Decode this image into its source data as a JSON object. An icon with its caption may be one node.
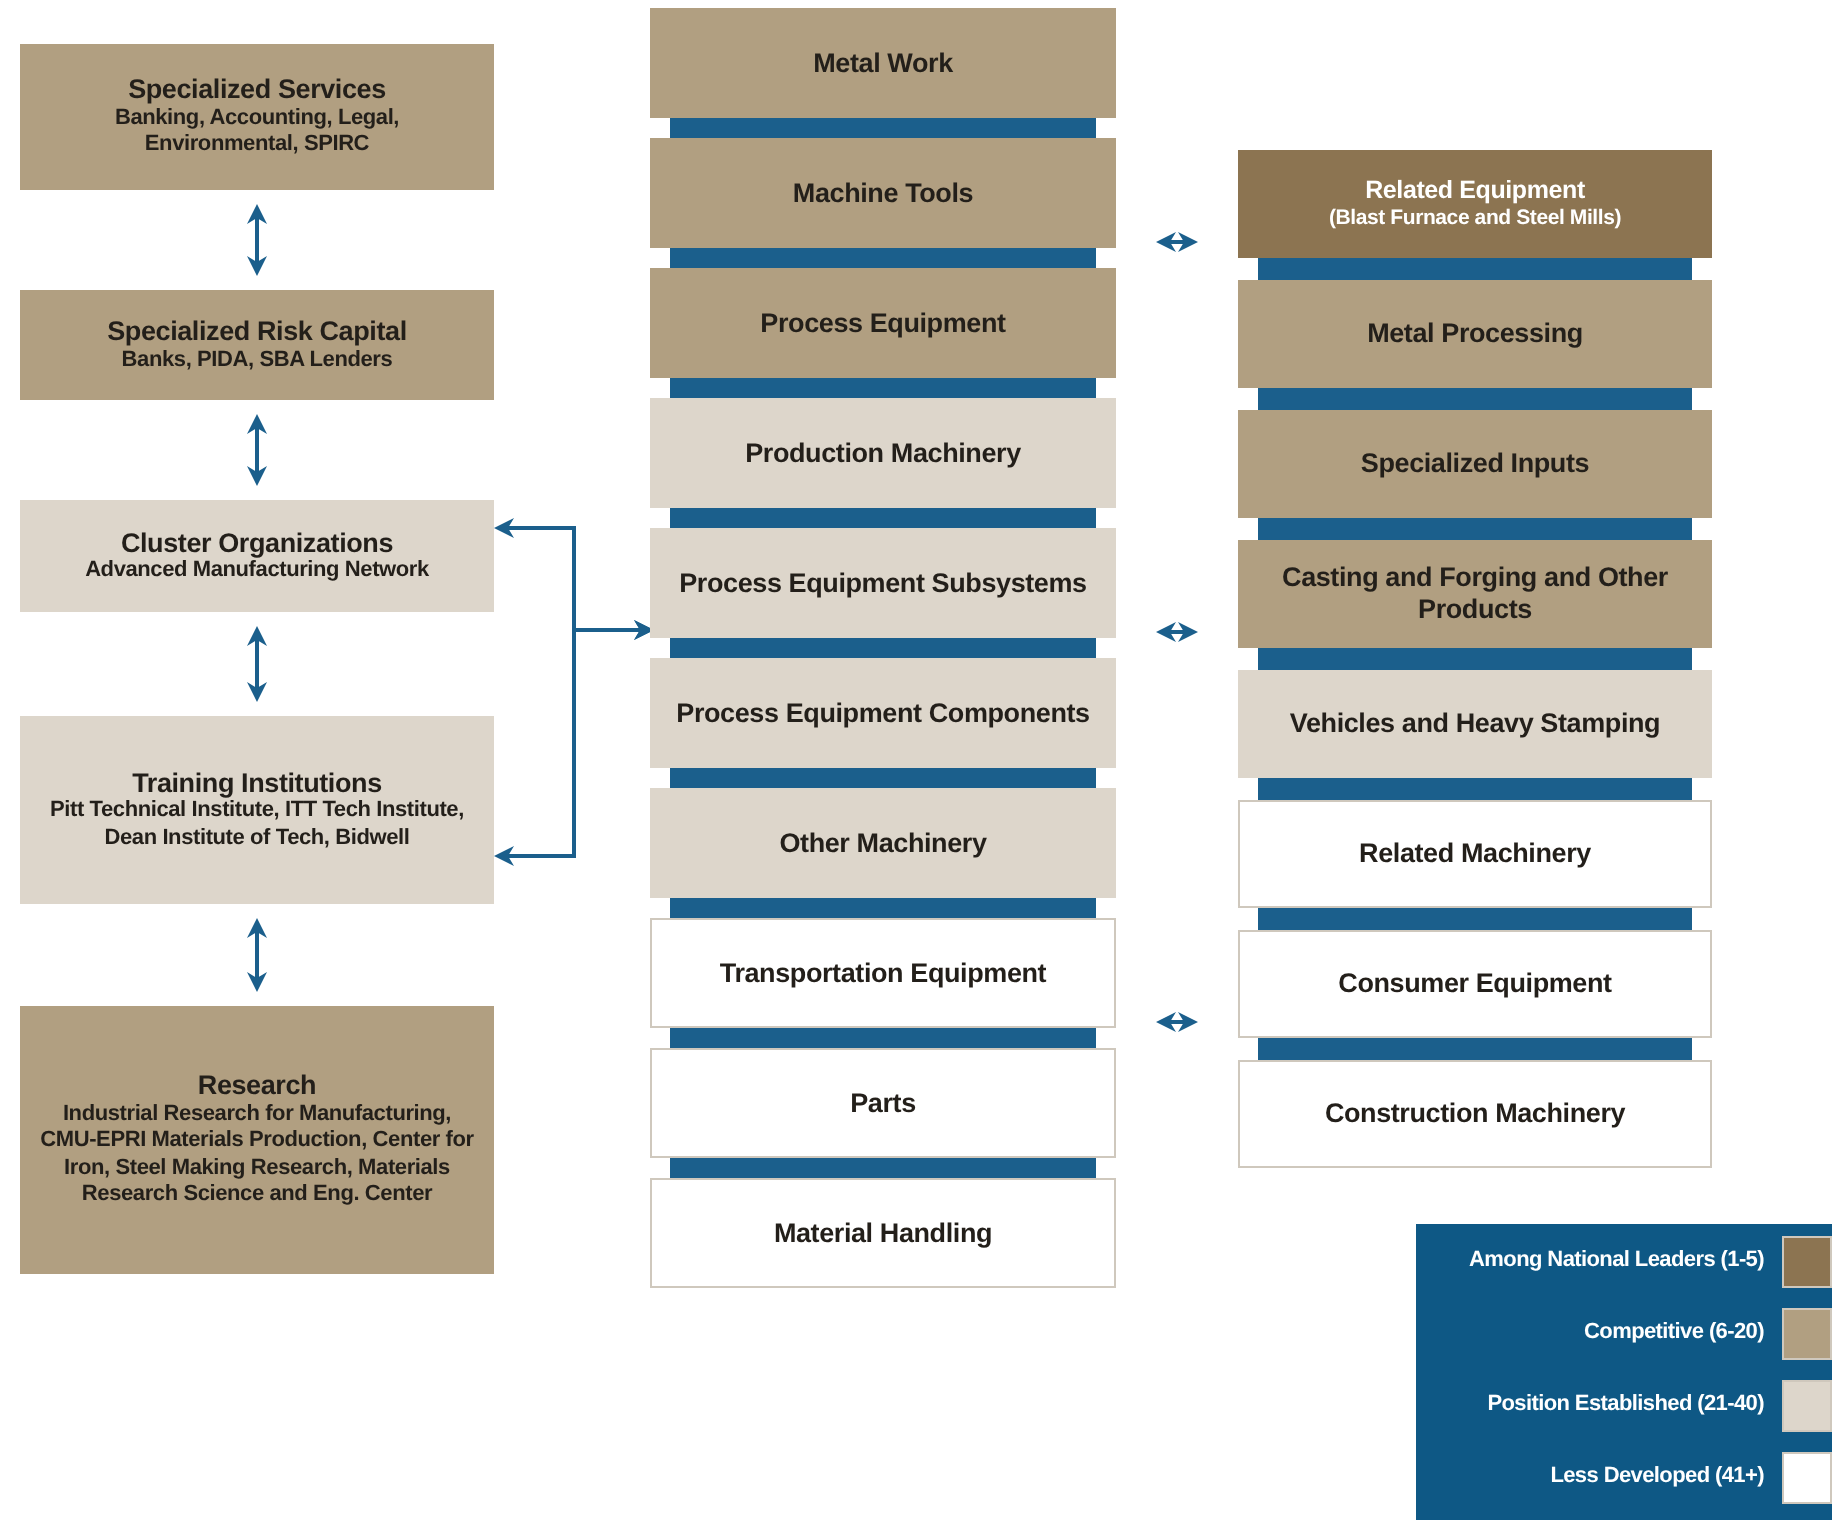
{
  "diagram": {
    "nodes": [
      {
        "text": [
          "Specialized Services",
          "Banking, Accounting, Legal, Environmental, SPIRC"
        ]
      },
      {
        "text": [
          "Specialized Risk Capital",
          "Banks, PIDA, SBA Lenders"
        ]
      },
      {
        "text": [
          "Cluster Organizations",
          "Advanced Manufacturing Network"
        ]
      },
      {
        "text": [
          "Training Institutions",
          "Pitt Technical Institute, ITT Tech Institute, Dean Institute of Tech, Bidwell"
        ]
      },
      {
        "text": [
          "Research",
          "Industrial Research for Manufacturing, CMU-EPRI Materials Production, Center for Iron, Steel Making Research, Materials Research Science and Eng. Center"
        ]
      },
      {
        "text": [
          "Metal Work"
        ]
      },
      {
        "text": [
          "Machine Tools"
        ]
      },
      {
        "text": [
          "Process Equipment"
        ]
      },
      {
        "text": [
          "Production Machinery"
        ]
      },
      {
        "text": [
          "Process Equipment Subsystems"
        ]
      },
      {
        "text": [
          "Process Equipment Components"
        ]
      },
      {
        "text": [
          "Other Machinery"
        ]
      },
      {
        "text": [
          "Transportation Equipment"
        ]
      },
      {
        "text": [
          "Parts"
        ]
      },
      {
        "text": [
          "Material Handling"
        ]
      },
      {
        "text": [
          "Related Equipment",
          "(Blast Furnace and Steel Mills)"
        ]
      },
      {
        "text": [
          "Metal Processing"
        ]
      },
      {
        "text": [
          "Specialized Inputs"
        ]
      },
      {
        "text": [
          "Casting and Forging and Other Products"
        ]
      },
      {
        "text": [
          "Vehicles and Heavy Stamping"
        ]
      },
      {
        "text": [
          "Related Machinery"
        ]
      },
      {
        "text": [
          "Consumer Equipment"
        ]
      },
      {
        "text": [
          "Construction Machinery"
        ]
      }
    ],
    "edges": [
      {
        "from": 0,
        "to": 1,
        "arrow": "both"
      },
      {
        "from": 1,
        "to": 2,
        "arrow": "both"
      },
      {
        "from": 2,
        "to": 3,
        "arrow": "both"
      },
      {
        "from": 3,
        "to": 4,
        "arrow": "both"
      },
      {
        "from": 9,
        "to": 2,
        "arrow": "both"
      },
      {
        "from": 9,
        "to": 3,
        "arrow": "both"
      },
      {
        "from": 6,
        "to": 15,
        "arrow": "both"
      },
      {
        "from": 9,
        "to": 18,
        "arrow": "both"
      },
      {
        "from": 12,
        "to": 21,
        "arrow": "both"
      }
    ],
    "legend": [
      {
        "text": "Among National Leaders (1-5)",
        "color": "#8c7451"
      },
      {
        "text": "Competitive (6-20)",
        "color": "#b19f81"
      },
      {
        "text": "Position Established (21-40)",
        "color": "#ddd6cb"
      },
      {
        "text": "Less Developed (41+)",
        "color": "#ffffff"
      }
    ]
  }
}
